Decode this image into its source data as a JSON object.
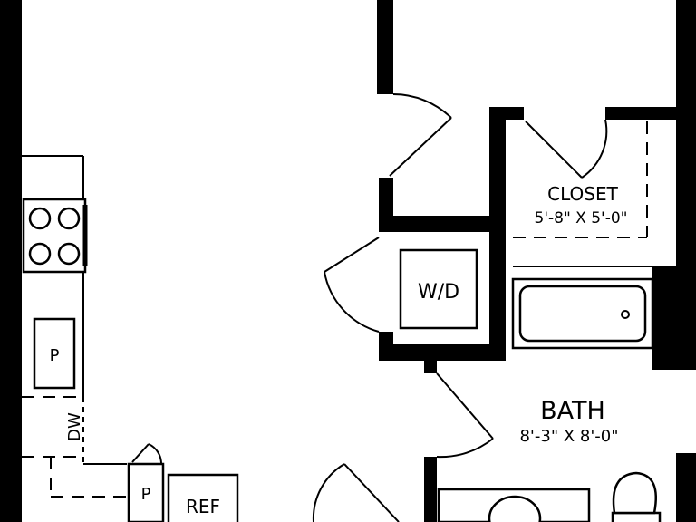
{
  "plan": {
    "closet": {
      "name": "CLOSET",
      "size": "5'-8\" X 5'-0\""
    },
    "bath": {
      "name": "BATH",
      "size": "8'-3\" X 8'-0\""
    },
    "appliances": {
      "washer_dryer": "W/D",
      "dishwasher": "DW",
      "pantry": "P",
      "sink": "P",
      "refrigerator": "REF"
    }
  }
}
